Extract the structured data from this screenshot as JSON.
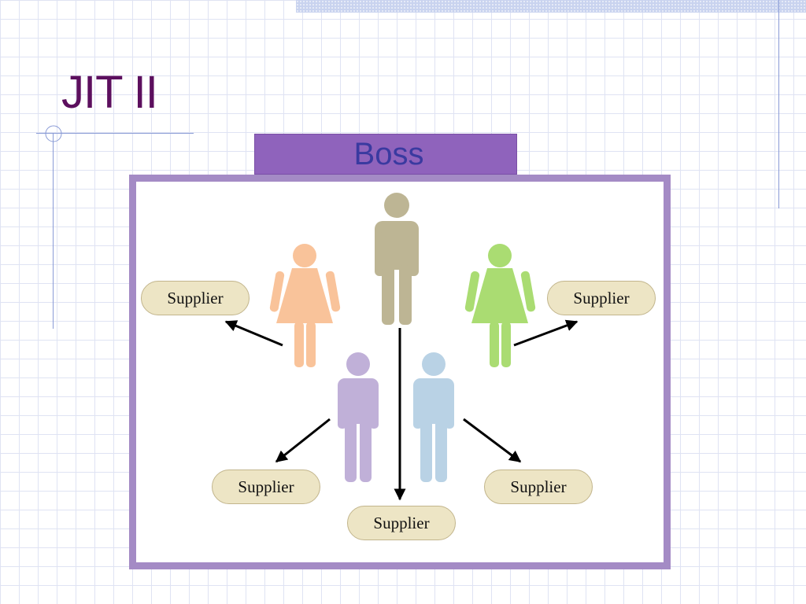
{
  "slide": {
    "title": "JIT II",
    "boss_label": "Boss"
  },
  "diagram": {
    "people": [
      {
        "role": "boss",
        "color": "#bdb594"
      },
      {
        "role": "woman-left",
        "color": "#f9c39a"
      },
      {
        "role": "woman-right",
        "color": "#aadc72"
      },
      {
        "role": "man-purple",
        "color": "#c0b0d8"
      },
      {
        "role": "man-blue",
        "color": "#b9d2e5"
      }
    ],
    "suppliers": [
      {
        "label": "Supplier"
      },
      {
        "label": "Supplier"
      },
      {
        "label": "Supplier"
      },
      {
        "label": "Supplier"
      },
      {
        "label": "Supplier"
      }
    ],
    "supplier_color": "#ede5c5",
    "frame_color": "#a48bc5",
    "boss_bar_color": "#8f63bc"
  }
}
